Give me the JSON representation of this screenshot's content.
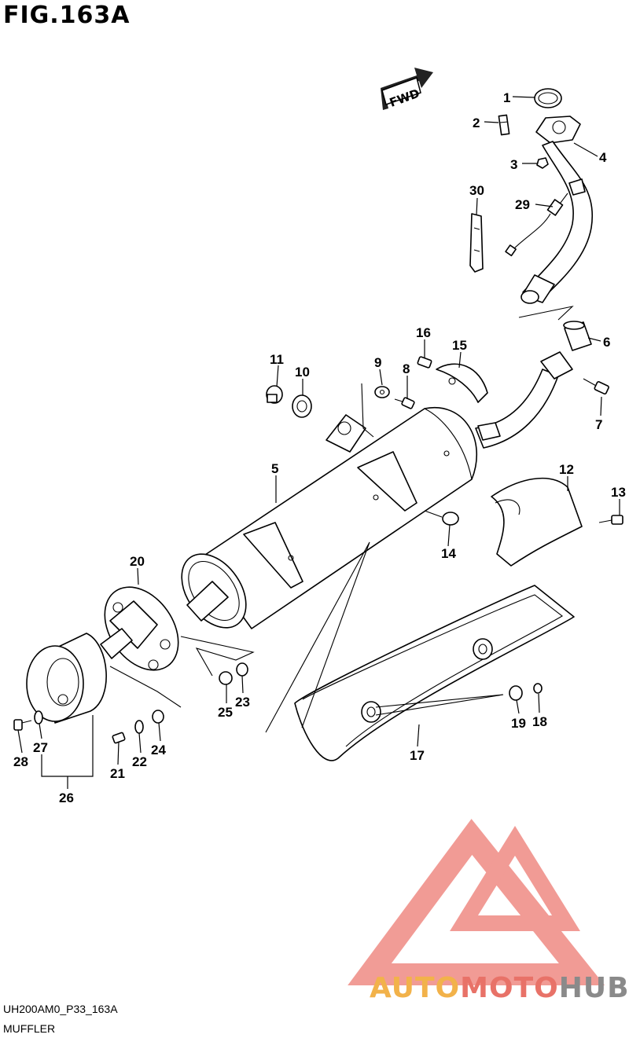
{
  "figure": {
    "title": "FIG.163A",
    "code": "UH200AM0_P33_163A",
    "name": "MUFFLER",
    "fwd": "FWD"
  },
  "brand": {
    "part1": "AUTO",
    "part2": "MOTO",
    "part3": "HUB",
    "colors": {
      "auto": "#f2b24a",
      "moto": "#e87268",
      "hub": "#8a8a8a"
    }
  },
  "callouts": [
    "1",
    "2",
    "3",
    "4",
    "5",
    "6",
    "7",
    "8",
    "9",
    "10",
    "11",
    "12",
    "13",
    "14",
    "15",
    "16",
    "17",
    "18",
    "19",
    "20",
    "21",
    "22",
    "23",
    "24",
    "25",
    "26",
    "27",
    "28",
    "29",
    "30"
  ]
}
